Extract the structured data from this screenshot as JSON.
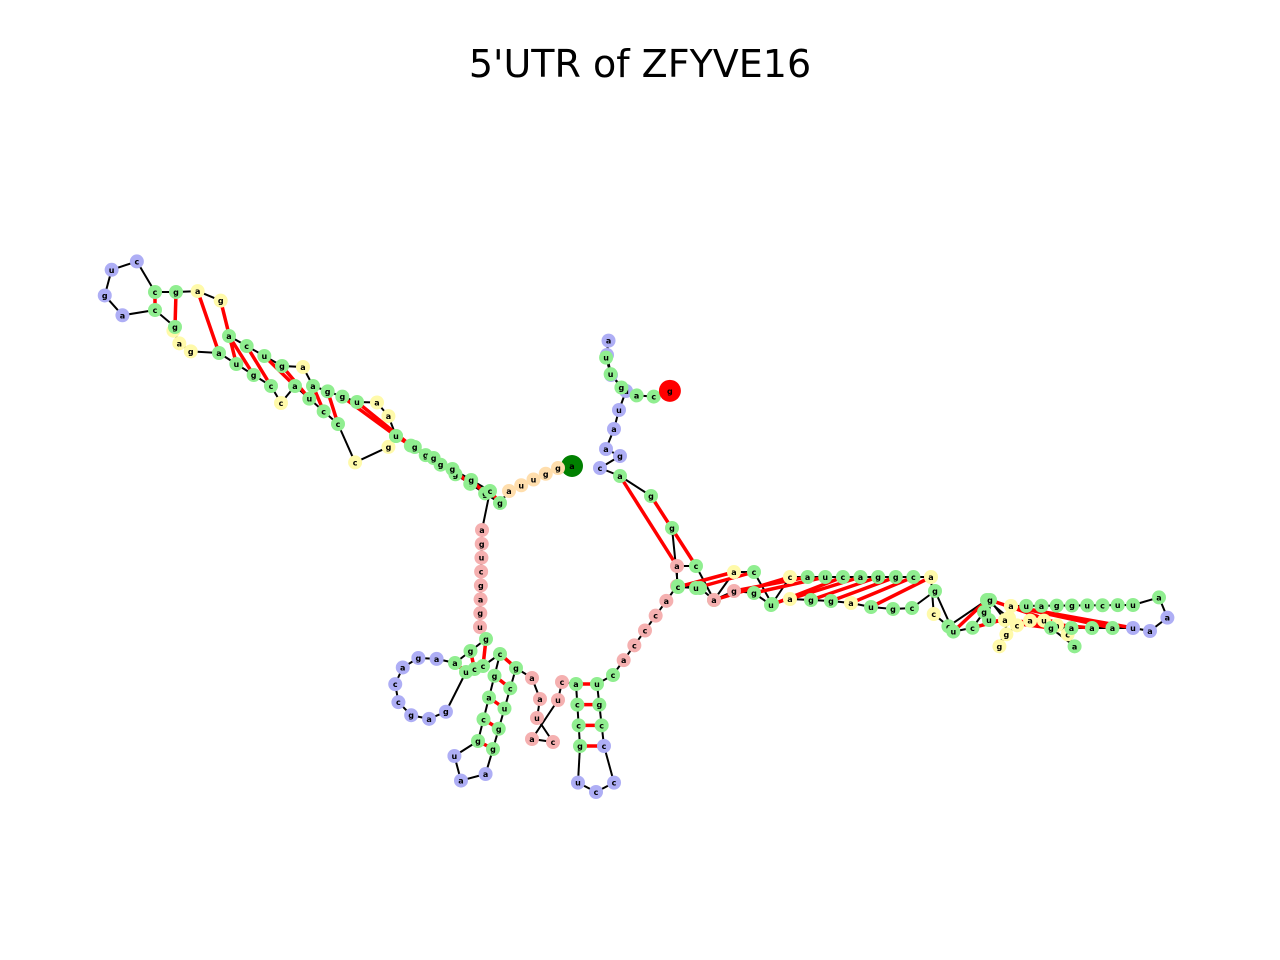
{
  "title": "5'UTR of ZFYVE16",
  "colors": {
    "stem": "#90ee90",
    "hairpin": "#aeaef5",
    "interior": "#fffaaa",
    "multiloop": "#f5b0b0",
    "exterior": "#ffdead",
    "start": "#008000",
    "end": "#ff0000",
    "backbone": "#000000",
    "pair": "#ff0000"
  },
  "nucleotides": [
    {
      "b": "a",
      "t": "start"
    },
    {
      "b": "g",
      "t": "exterior"
    },
    {
      "b": "g",
      "t": "exterior"
    },
    {
      "b": "u",
      "t": "exterior"
    },
    {
      "b": "u",
      "t": "exterior"
    },
    {
      "b": "a",
      "t": "exterior"
    },
    {
      "b": "g",
      "t": "stem"
    },
    {
      "b": "g",
      "t": "stem"
    },
    {
      "b": "c",
      "t": "stem"
    },
    {
      "b": "g",
      "t": "stem"
    },
    {
      "b": "g",
      "t": "stem"
    },
    {
      "b": "g",
      "t": "stem"
    },
    {
      "b": "u",
      "t": "stem"
    },
    {
      "b": "a",
      "t": "stem"
    },
    {
      "b": "g",
      "t": "interior"
    },
    {
      "b": "c",
      "t": "interior"
    },
    {
      "b": "c",
      "t": "stem"
    },
    {
      "b": "c",
      "t": "stem"
    },
    {
      "b": "u",
      "t": "stem"
    },
    {
      "b": "a",
      "t": "stem"
    },
    {
      "b": "c",
      "t": "interior"
    },
    {
      "b": "c",
      "t": "stem"
    },
    {
      "b": "g",
      "t": "stem"
    },
    {
      "b": "u",
      "t": "stem"
    },
    {
      "b": "a",
      "t": "stem"
    },
    {
      "b": "g",
      "t": "interior"
    },
    {
      "b": "a",
      "t": "interior"
    },
    {
      "b": "c",
      "t": "interior"
    },
    {
      "b": "g",
      "t": "stem"
    },
    {
      "b": "c",
      "t": "stem"
    },
    {
      "b": "a",
      "t": "hairpin"
    },
    {
      "b": "g",
      "t": "hairpin"
    },
    {
      "b": "u",
      "t": "hairpin"
    },
    {
      "b": "c",
      "t": "hairpin"
    },
    {
      "b": "c",
      "t": "stem"
    },
    {
      "b": "g",
      "t": "stem"
    },
    {
      "b": "a",
      "t": "interior"
    },
    {
      "b": "g",
      "t": "interior"
    },
    {
      "b": "a",
      "t": "stem"
    },
    {
      "b": "c",
      "t": "stem"
    },
    {
      "b": "u",
      "t": "stem"
    },
    {
      "b": "g",
      "t": "stem"
    },
    {
      "b": "a",
      "t": "interior"
    },
    {
      "b": "a",
      "t": "stem"
    },
    {
      "b": "g",
      "t": "stem"
    },
    {
      "b": "g",
      "t": "stem"
    },
    {
      "b": "u",
      "t": "stem"
    },
    {
      "b": "a",
      "t": "interior"
    },
    {
      "b": "a",
      "t": "interior"
    },
    {
      "b": "u",
      "t": "stem"
    },
    {
      "b": "g",
      "t": "stem"
    },
    {
      "b": "g",
      "t": "stem"
    },
    {
      "b": "g",
      "t": "stem"
    },
    {
      "b": "g",
      "t": "stem"
    },
    {
      "b": "c",
      "t": "stem"
    },
    {
      "b": "a",
      "t": "multiloop"
    },
    {
      "b": "g",
      "t": "multiloop"
    },
    {
      "b": "u",
      "t": "multiloop"
    },
    {
      "b": "c",
      "t": "multiloop"
    },
    {
      "b": "g",
      "t": "multiloop"
    },
    {
      "b": "a",
      "t": "multiloop"
    },
    {
      "b": "g",
      "t": "multiloop"
    },
    {
      "b": "u",
      "t": "multiloop"
    },
    {
      "b": "g",
      "t": "stem"
    },
    {
      "b": "g",
      "t": "stem"
    },
    {
      "b": "a",
      "t": "stem"
    },
    {
      "b": "a",
      "t": "hairpin"
    },
    {
      "b": "g",
      "t": "hairpin"
    },
    {
      "b": "a",
      "t": "hairpin"
    },
    {
      "b": "c",
      "t": "hairpin"
    },
    {
      "b": "c",
      "t": "hairpin"
    },
    {
      "b": "g",
      "t": "hairpin"
    },
    {
      "b": "a",
      "t": "hairpin"
    },
    {
      "b": "g",
      "t": "hairpin"
    },
    {
      "b": "u",
      "t": "stem"
    },
    {
      "b": "c",
      "t": "stem"
    },
    {
      "b": "c",
      "t": "stem"
    },
    {
      "b": "c",
      "t": "stem"
    },
    {
      "b": "g",
      "t": "stem"
    },
    {
      "b": "a",
      "t": "stem"
    },
    {
      "b": "c",
      "t": "stem"
    },
    {
      "b": "g",
      "t": "stem"
    },
    {
      "b": "u",
      "t": "hairpin"
    },
    {
      "b": "a",
      "t": "hairpin"
    },
    {
      "b": "a",
      "t": "hairpin"
    },
    {
      "b": "g",
      "t": "stem"
    },
    {
      "b": "g",
      "t": "stem"
    },
    {
      "b": "u",
      "t": "stem"
    },
    {
      "b": "c",
      "t": "stem"
    },
    {
      "b": "g",
      "t": "stem"
    },
    {
      "b": "a",
      "t": "multiloop"
    },
    {
      "b": "a",
      "t": "multiloop"
    },
    {
      "b": "u",
      "t": "multiloop"
    },
    {
      "b": "c",
      "t": "multiloop"
    },
    {
      "b": "a",
      "t": "multiloop"
    },
    {
      "b": "u",
      "t": "multiloop"
    },
    {
      "b": "c",
      "t": "multiloop"
    },
    {
      "b": "a",
      "t": "stem"
    },
    {
      "b": "c",
      "t": "stem"
    },
    {
      "b": "c",
      "t": "stem"
    },
    {
      "b": "g",
      "t": "stem"
    },
    {
      "b": "u",
      "t": "hairpin"
    },
    {
      "b": "c",
      "t": "hairpin"
    },
    {
      "b": "c",
      "t": "hairpin"
    },
    {
      "b": "c",
      "t": "hairpin"
    },
    {
      "b": "c",
      "t": "stem"
    },
    {
      "b": "g",
      "t": "stem"
    },
    {
      "b": "u",
      "t": "stem"
    },
    {
      "b": "c",
      "t": "stem"
    },
    {
      "b": "a",
      "t": "multiloop"
    },
    {
      "b": "c",
      "t": "multiloop"
    },
    {
      "b": "c",
      "t": "multiloop"
    },
    {
      "b": "c",
      "t": "multiloop"
    },
    {
      "b": "a",
      "t": "multiloop"
    },
    {
      "b": "a",
      "t": "multiloop"
    },
    {
      "b": "a",
      "t": "multiloop"
    },
    {
      "b": "c",
      "t": "stem"
    },
    {
      "b": "a",
      "t": "stem"
    },
    {
      "b": "a",
      "t": "interior"
    },
    {
      "b": "c",
      "t": "stem"
    },
    {
      "b": "c",
      "t": "stem"
    },
    {
      "b": "c",
      "t": "interior"
    },
    {
      "b": "a",
      "t": "stem"
    },
    {
      "b": "u",
      "t": "stem"
    },
    {
      "b": "c",
      "t": "stem"
    },
    {
      "b": "a",
      "t": "stem"
    },
    {
      "b": "g",
      "t": "stem"
    },
    {
      "b": "g",
      "t": "stem"
    },
    {
      "b": "c",
      "t": "stem"
    },
    {
      "b": "a",
      "t": "interior"
    },
    {
      "b": "c",
      "t": "interior"
    },
    {
      "b": "c",
      "t": "stem"
    },
    {
      "b": "a",
      "t": "stem"
    },
    {
      "b": "c",
      "t": "interior"
    },
    {
      "b": "g",
      "t": "interior"
    },
    {
      "b": "g",
      "t": "interior"
    },
    {
      "b": "c",
      "t": "interior"
    },
    {
      "b": "a",
      "t": "interior"
    },
    {
      "b": "u",
      "t": "interior"
    },
    {
      "b": "a",
      "t": "interior"
    },
    {
      "b": "c",
      "t": "interior"
    },
    {
      "b": "a",
      "t": "stem"
    },
    {
      "b": "g",
      "t": "stem"
    },
    {
      "b": "a",
      "t": "stem"
    },
    {
      "b": "a",
      "t": "stem"
    },
    {
      "b": "a",
      "t": "stem"
    },
    {
      "b": "u",
      "t": "hairpin"
    },
    {
      "b": "a",
      "t": "hairpin"
    },
    {
      "b": "a",
      "t": "hairpin"
    },
    {
      "b": "a",
      "t": "stem"
    },
    {
      "b": "u",
      "t": "stem"
    },
    {
      "b": "u",
      "t": "stem"
    },
    {
      "b": "c",
      "t": "stem"
    },
    {
      "b": "u",
      "t": "stem"
    },
    {
      "b": "g",
      "t": "stem"
    },
    {
      "b": "g",
      "t": "stem"
    },
    {
      "b": "a",
      "t": "stem"
    },
    {
      "b": "u",
      "t": "stem"
    },
    {
      "b": "u",
      "t": "interior"
    },
    {
      "b": "a",
      "t": "interior"
    },
    {
      "b": "a",
      "t": "interior"
    },
    {
      "b": "g",
      "t": "stem"
    },
    {
      "b": "u",
      "t": "stem"
    },
    {
      "b": "g",
      "t": "stem"
    },
    {
      "b": "c",
      "t": "stem"
    },
    {
      "b": "u",
      "t": "stem"
    },
    {
      "b": "g",
      "t": "stem"
    },
    {
      "b": "c",
      "t": "stem"
    },
    {
      "b": "g",
      "t": "stem"
    },
    {
      "b": "u",
      "t": "stem"
    },
    {
      "b": "a",
      "t": "interior"
    },
    {
      "b": "g",
      "t": "stem"
    },
    {
      "b": "g",
      "t": "stem"
    },
    {
      "b": "a",
      "t": "interior"
    },
    {
      "b": "u",
      "t": "stem"
    },
    {
      "b": "g",
      "t": "stem"
    },
    {
      "b": "g",
      "t": "multiloop"
    },
    {
      "b": "a",
      "t": "multiloop"
    },
    {
      "b": "c",
      "t": "stem"
    },
    {
      "b": "a",
      "t": "stem"
    },
    {
      "b": "u",
      "t": "stem"
    },
    {
      "b": "c",
      "t": "stem"
    },
    {
      "b": "g",
      "t": "stem"
    },
    {
      "b": "g",
      "t": "stem"
    },
    {
      "b": "a",
      "t": "stem"
    },
    {
      "b": "c",
      "t": "hairpin"
    },
    {
      "b": "g",
      "t": "hairpin"
    },
    {
      "b": "a",
      "t": "hairpin"
    },
    {
      "b": "a",
      "t": "hairpin"
    },
    {
      "b": "u",
      "t": "hairpin"
    },
    {
      "b": "u",
      "t": "hairpin"
    },
    {
      "b": "u",
      "t": "hairpin"
    },
    {
      "b": "u",
      "t": "hairpin"
    },
    {
      "b": "a",
      "t": "hairpin"
    },
    {
      "b": "u",
      "t": "stem"
    },
    {
      "b": "u",
      "t": "stem"
    },
    {
      "b": "g",
      "t": "stem"
    },
    {
      "b": "a",
      "t": "stem"
    },
    {
      "b": "c",
      "t": "stem"
    },
    {
      "b": "g",
      "t": "end"
    }
  ],
  "pairs": [
    [
      6,
      54
    ],
    [
      7,
      53
    ],
    [
      8,
      52
    ],
    [
      9,
      51
    ],
    [
      10,
      50
    ],
    [
      11,
      49
    ],
    [
      12,
      46
    ],
    [
      13,
      45
    ],
    [
      16,
      44
    ],
    [
      17,
      43
    ],
    [
      18,
      41
    ],
    [
      19,
      40
    ],
    [
      21,
      39
    ],
    [
      22,
      38
    ],
    [
      23,
      37
    ],
    [
      24,
      36
    ],
    [
      28,
      35
    ],
    [
      29,
      34
    ],
    [
      63,
      76
    ],
    [
      64,
      75
    ],
    [
      65,
      74
    ],
    [
      77,
      89
    ],
    [
      78,
      88
    ],
    [
      79,
      87
    ],
    [
      80,
      86
    ],
    [
      81,
      85
    ],
    [
      97,
      107
    ],
    [
      98,
      106
    ],
    [
      99,
      105
    ],
    [
      100,
      104
    ],
    [
      115,
      184
    ],
    [
      116,
      183
    ],
    [
      118,
      181
    ],
    [
      119,
      180
    ],
    [
      121,
      177
    ],
    [
      122,
      176
    ],
    [
      123,
      175
    ],
    [
      124,
      174
    ],
    [
      125,
      173
    ],
    [
      126,
      172
    ],
    [
      127,
      171
    ],
    [
      128,
      170
    ],
    [
      129,
      169
    ],
    [
      132,
      165
    ],
    [
      133,
      164
    ],
    [
      142,
      162
    ],
    [
      143,
      161
    ],
    [
      144,
      160
    ],
    [
      145,
      159
    ],
    [
      146,
      158
    ],
    [
      186,
      214
    ],
    [
      187,
      213
    ],
    [
      188,
      212
    ],
    [
      189,
      211
    ],
    [
      190,
      210
    ],
    [
      191,
      209
    ],
    [
      192,
      208
    ]
  ]
}
